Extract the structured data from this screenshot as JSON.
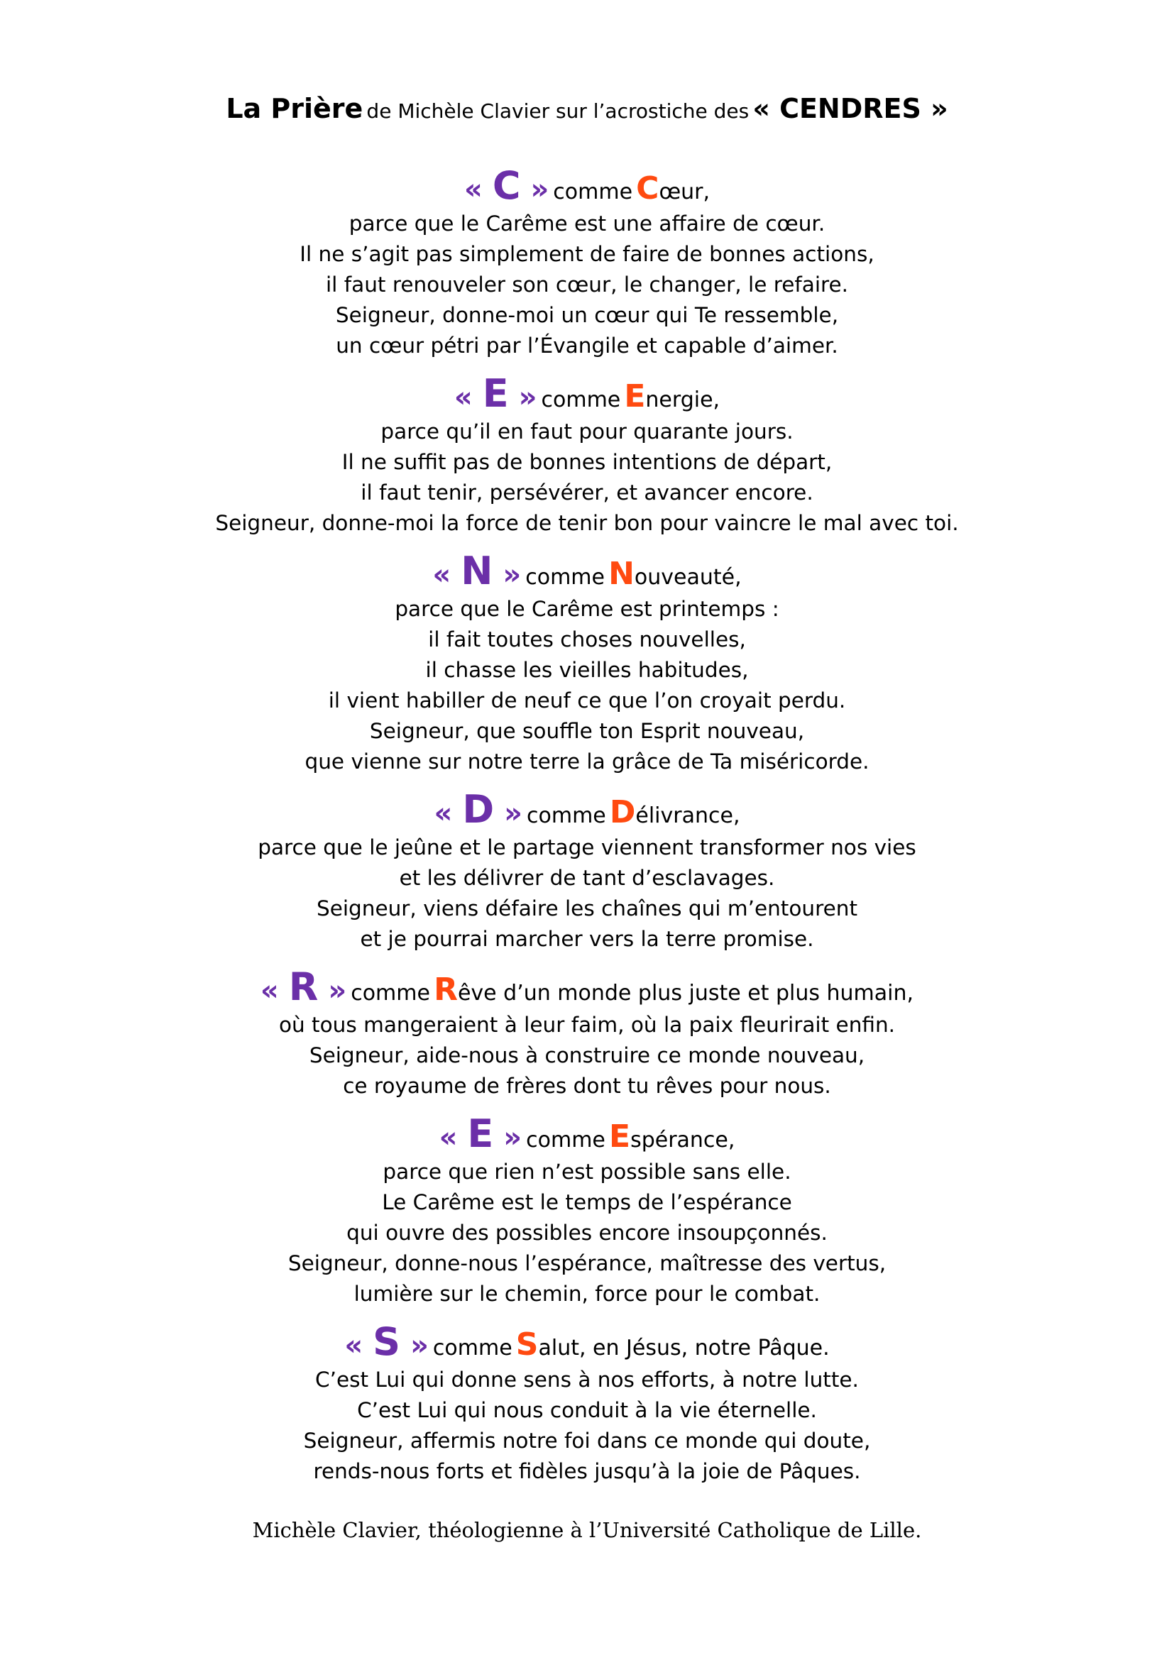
{
  "title": {
    "part1": "La Prière",
    "part2": "de Michèle Clavier sur l’acrostiche des",
    "part3": "« CENDRES »"
  },
  "stanzas": [
    {
      "letter": "C",
      "open_quote": "«",
      "close_quote": "»",
      "comme": "comme",
      "initial": "C",
      "rest": "œur,",
      "lines": [
        "parce que le Carême est une affaire de cœur.",
        "Il ne s’agit pas simplement de faire de bonnes actions,",
        "il faut renouveler son cœur, le changer, le refaire.",
        "Seigneur, donne-moi un cœur qui Te ressemble,",
        "un cœur pétri par l’Évangile et capable d’aimer."
      ]
    },
    {
      "letter": "E",
      "open_quote": "«",
      "close_quote": "»",
      "comme": "comme",
      "initial": "E",
      "rest": "nergie,",
      "lines": [
        "parce qu’il en faut pour quarante jours.",
        "Il ne suffit pas de bonnes intentions de départ,",
        "il faut tenir, persévérer, et avancer encore.",
        "Seigneur, donne-moi la force de tenir bon pour vaincre le mal avec toi."
      ]
    },
    {
      "letter": "N",
      "open_quote": "«",
      "close_quote": "»",
      "comme": "comme",
      "initial": "N",
      "rest": "ouveauté,",
      "lines": [
        "parce que le Carême est printemps :",
        "il fait toutes choses nouvelles,",
        "il chasse les vieilles habitudes,",
        "il vient habiller de neuf ce que l’on croyait perdu.",
        "Seigneur, que souffle ton Esprit nouveau,",
        "que vienne sur notre terre la grâce de Ta miséricorde."
      ]
    },
    {
      "letter": "D",
      "open_quote": "«",
      "close_quote": "»",
      "comme": "comme",
      "initial": "D",
      "rest": "élivrance,",
      "lines": [
        "parce que le jeûne et le partage viennent transformer nos vies",
        "et les délivrer de tant d’esclavages.",
        "Seigneur, viens défaire les chaînes qui m’entourent",
        "et je pourrai marcher vers la terre promise."
      ]
    },
    {
      "letter": "R",
      "open_quote": "«",
      "close_quote": "»",
      "comme": "comme",
      "initial": "R",
      "rest": "êve d’un monde plus juste et plus humain,",
      "lines": [
        "où tous mangeraient à leur faim, où la paix fleurirait enfin.",
        "Seigneur, aide-nous à construire ce monde nouveau,",
        "ce royaume de frères dont tu rêves pour nous."
      ]
    },
    {
      "letter": "E",
      "open_quote": "«",
      "close_quote": "»",
      "comme": "comme",
      "initial": "E",
      "rest": "spérance,",
      "lines": [
        "parce que rien n’est possible sans elle.",
        "Le Carême est le temps de l’espérance",
        "qui ouvre des possibles encore insoupçonnés.",
        "Seigneur, donne-nous l’espérance, maîtresse des vertus,",
        "lumière sur le chemin, force pour le combat."
      ]
    },
    {
      "letter": "S",
      "open_quote": "«",
      "close_quote": "»",
      "comme": "comme",
      "initial": "S",
      "rest": "alut, en Jésus, notre Pâque.",
      "lines": [
        "C’est Lui qui donne sens à nos efforts, à notre lutte.",
        "C’est Lui qui nous conduit à la vie éternelle.",
        "Seigneur, affermis notre foi dans ce monde qui doute,",
        "rends-nous forts et fidèles jusqu’à la joie de Pâques."
      ]
    }
  ],
  "signature": "Michèle Clavier, théologienne à l’Université Catholique de Lille.",
  "colors": {
    "letter_purple": "#6b2fa8",
    "initial_orange": "#ff4a10",
    "text": "#000000"
  }
}
